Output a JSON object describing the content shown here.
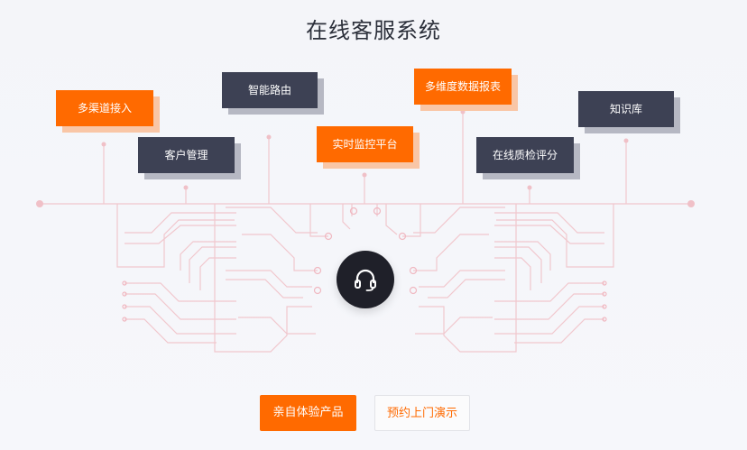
{
  "page": {
    "title": "在线客服系统"
  },
  "features": {
    "multi_channel": "多渠道接入",
    "smart_routing": "智能路由",
    "customer_mgmt": "客户管理",
    "realtime_monitor": "实时监控平台",
    "multi_report": "多维度数据报表",
    "quality_score": "在线质检评分",
    "knowledge_base": "知识库"
  },
  "actions": {
    "try_product": "亲自体验产品",
    "book_demo": "预约上门演示"
  },
  "colors": {
    "accent": "#ff6a00",
    "dark_tag": "#3d4154",
    "circuit": "#f2c9cf",
    "hub": "#1f2029"
  },
  "icons": {
    "hub": "headset-icon"
  }
}
